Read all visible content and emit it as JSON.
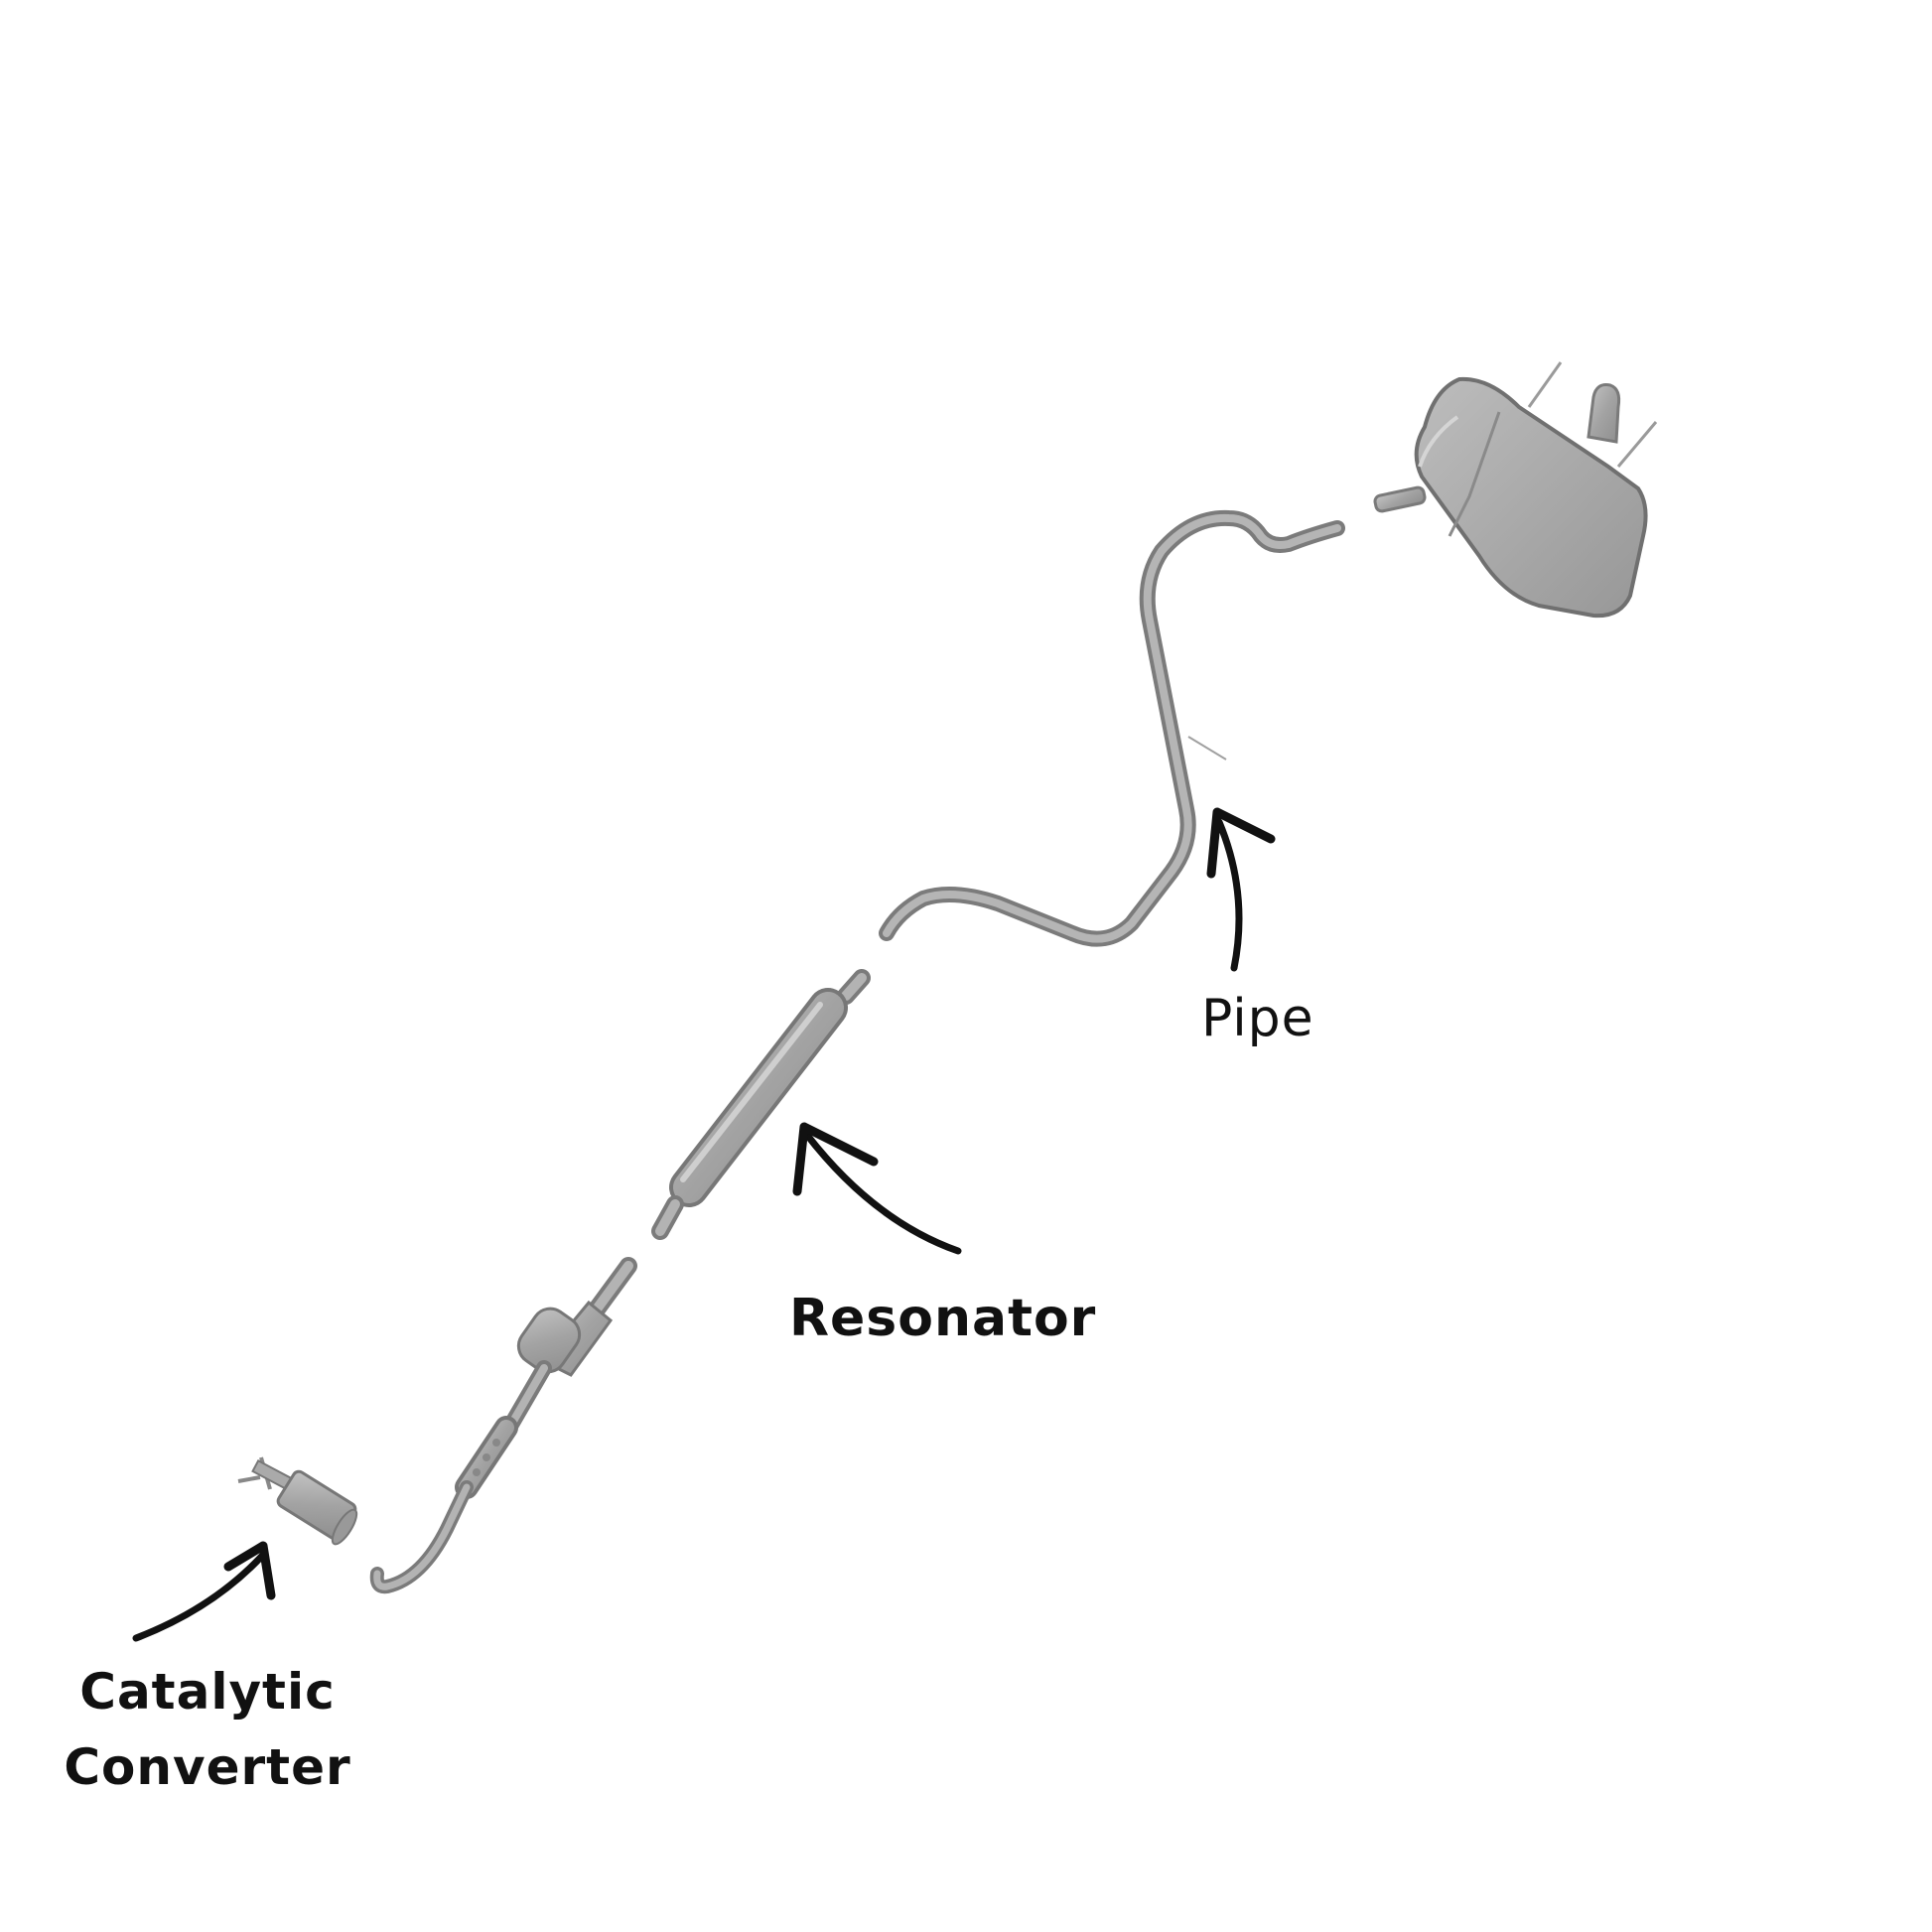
{
  "labels": {
    "catalytic_converter_line1": "Catalytic",
    "catalytic_converter_line2": "Converter",
    "resonator": "Resonator",
    "pipe": "Pipe"
  },
  "colors": {
    "background": "#ffffff",
    "part_fill": "#a9a9a9",
    "part_stroke": "#7a7a7a",
    "arrow": "#111111",
    "text": "#111111"
  }
}
